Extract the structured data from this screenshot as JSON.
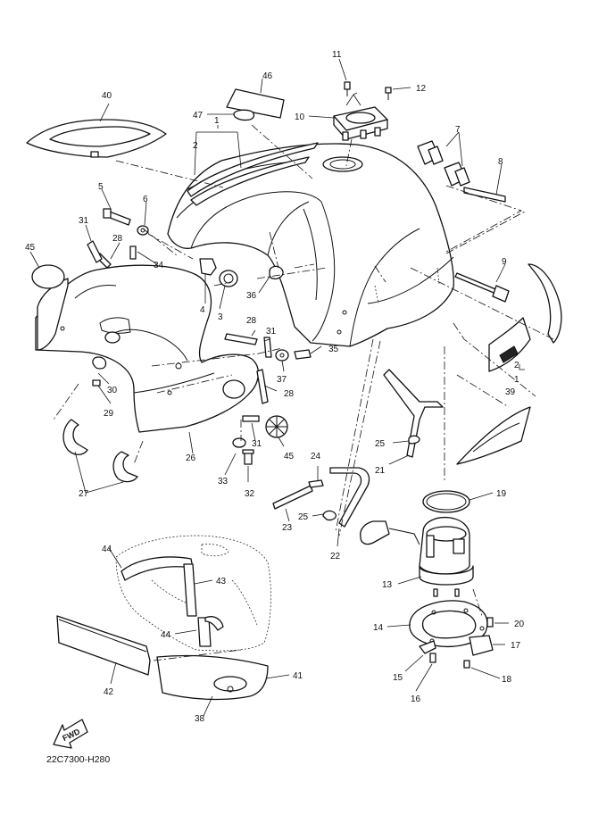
{
  "diagram": {
    "code": "22C7300-H280",
    "fwd_label": "FWD",
    "callouts": [
      "1",
      "2",
      "3",
      "4",
      "5",
      "6",
      "7",
      "8",
      "9",
      "10",
      "11",
      "12",
      "13",
      "14",
      "15",
      "16",
      "17",
      "18",
      "19",
      "20",
      "21",
      "22",
      "23",
      "24",
      "25",
      "26",
      "27",
      "28",
      "29",
      "30",
      "31",
      "32",
      "33",
      "34",
      "35",
      "36",
      "37",
      "38",
      "39",
      "40",
      "41",
      "42",
      "43",
      "44",
      "45",
      "46",
      "47"
    ]
  }
}
